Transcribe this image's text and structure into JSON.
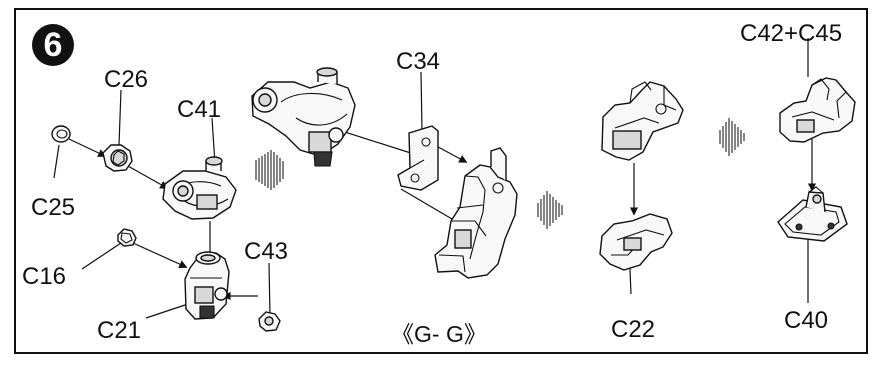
{
  "step": {
    "number": "6"
  },
  "labels": {
    "c25": "C25",
    "c26": "C26",
    "c41": "C41",
    "c16": "C16",
    "c43": "C43",
    "c21": "C21",
    "c34": "C34",
    "c22": "C22",
    "c42_c45": "C42+C45",
    "c40": "C40"
  },
  "view_label": "《G- G》",
  "icons": {
    "step_marker": "step-number-badge",
    "parts": [
      "round-cap-icon",
      "gear-knob-icon",
      "joint-housing-icon",
      "lower-hip-block-icon",
      "bolt-cap-icon",
      "assembled-leg-joint-icon",
      "bracket-plate-icon",
      "leg-frame-icon",
      "upper-mount-icon",
      "small-joint-block-icon",
      "top-bracket-icon",
      "base-plate-icon"
    ],
    "process_arrows": [
      "hatched-right-arrow-icon",
      "hatched-left-arrow-icon",
      "hatched-left-arrow-icon"
    ]
  }
}
